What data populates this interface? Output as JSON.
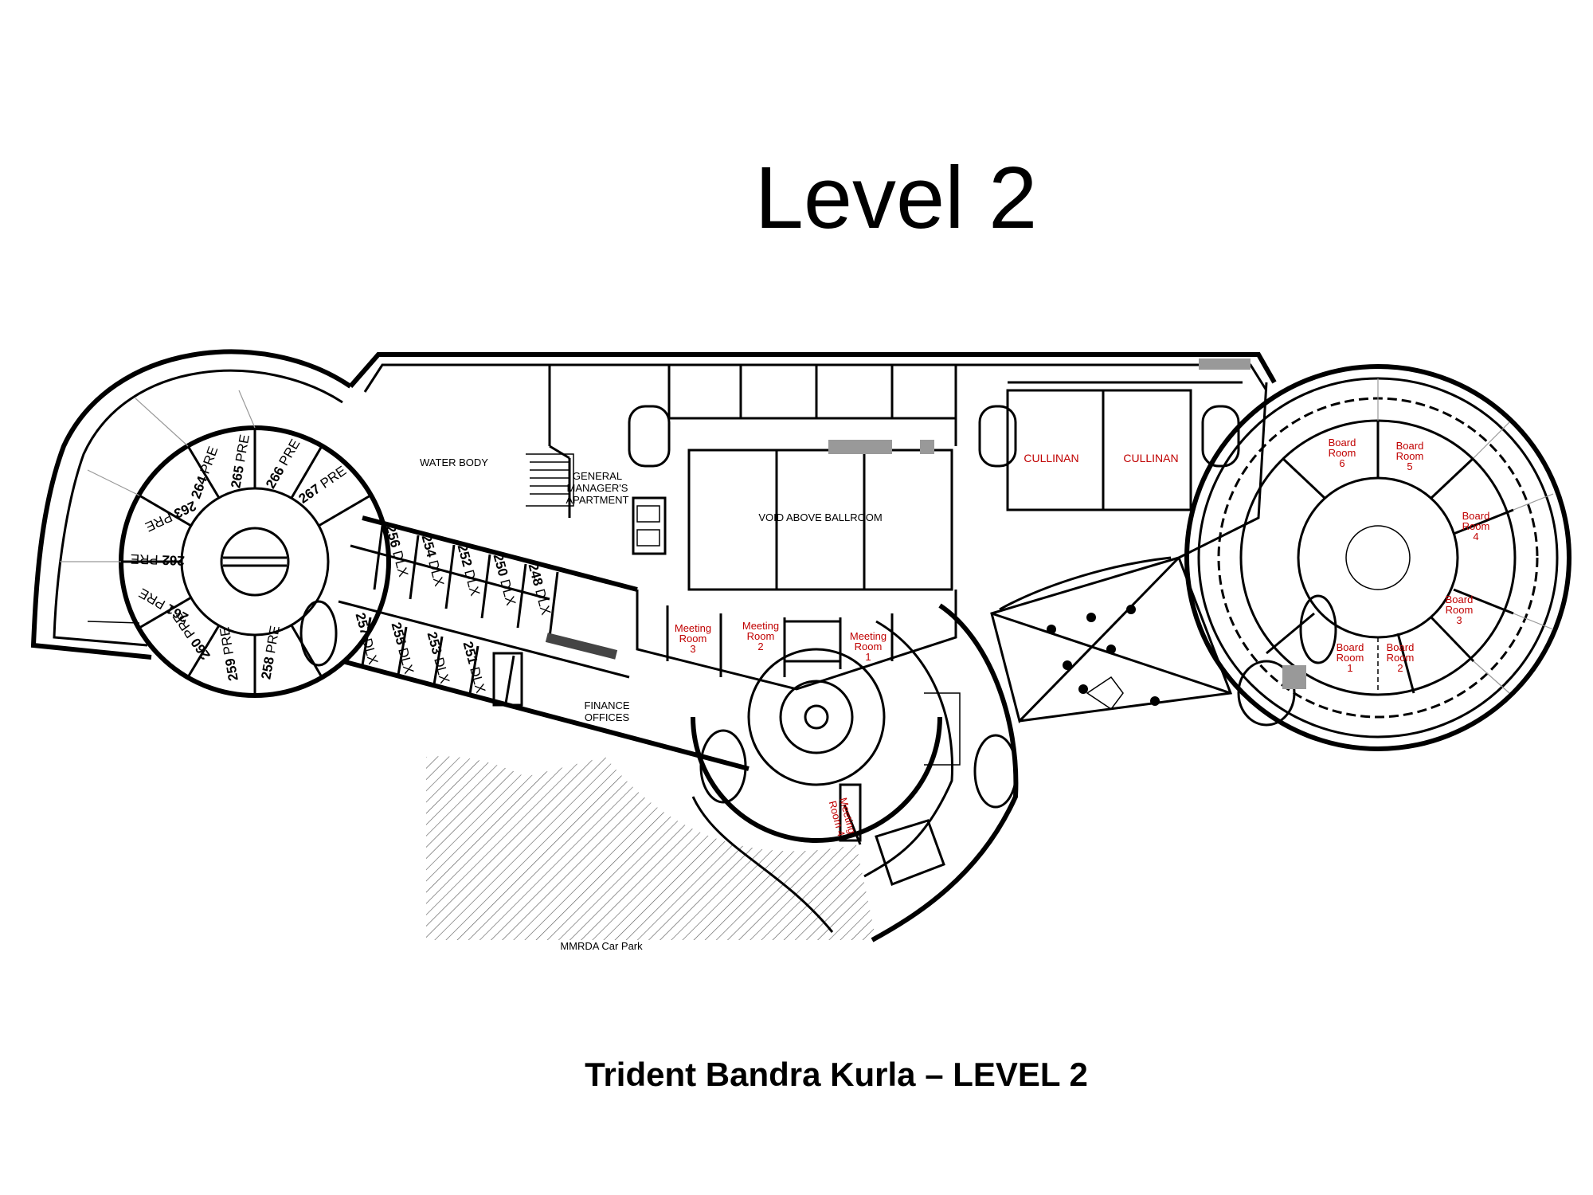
{
  "title": "Level 2",
  "footer": "Trident Bandra Kurla – LEVEL 2",
  "colors": {
    "meeting_label": "#c00000",
    "wall": "#000000",
    "hatch": "#555555"
  },
  "areas": {
    "water_body": "WATER BODY",
    "gm_apartment": [
      "GENERAL",
      "MANAGER'S",
      "APARTMENT"
    ],
    "void_ballroom": "VOID ABOVE BALLROOM",
    "cullinan_a": "CULLINAN",
    "cullinan_b": "CULLINAN",
    "finance": [
      "FINANCE",
      "OFFICES"
    ],
    "car_park": "MMRDA Car Park"
  },
  "meeting_rooms": {
    "mr1": [
      "Meeting",
      "Room",
      "1"
    ],
    "mr2": [
      "Meeting",
      "Room",
      "2"
    ],
    "mr3": [
      "Meeting",
      "Room",
      "3"
    ],
    "mr4": [
      "Meeting",
      "Room 4"
    ]
  },
  "board_rooms": {
    "br1": [
      "Board",
      "Room",
      "1"
    ],
    "br2": [
      "Board",
      "Room",
      "2"
    ],
    "br3": [
      "Board",
      "Room",
      "3"
    ],
    "br4": [
      "Board",
      "Room",
      "4"
    ],
    "br5": [
      "Board",
      "Room",
      "5"
    ],
    "br6": [
      "Board",
      "Room",
      "6"
    ]
  },
  "rooms_pre": [
    {
      "num": "258",
      "type": "PRE"
    },
    {
      "num": "259",
      "type": "PRE"
    },
    {
      "num": "260",
      "type": "PRE"
    },
    {
      "num": "261",
      "type": "PRE"
    },
    {
      "num": "262",
      "type": "PRE"
    },
    {
      "num": "263",
      "type": "PRE"
    },
    {
      "num": "264",
      "type": "PRE"
    },
    {
      "num": "265",
      "type": "PRE"
    },
    {
      "num": "266",
      "type": "PRE"
    },
    {
      "num": "267",
      "type": "PRE"
    }
  ],
  "rooms_dlx_top": [
    {
      "num": "256",
      "type": "DLX"
    },
    {
      "num": "254",
      "type": "DLX"
    },
    {
      "num": "252",
      "type": "DLX"
    },
    {
      "num": "250",
      "type": "DLX"
    },
    {
      "num": "248",
      "type": "DLX"
    }
  ],
  "rooms_dlx_bottom": [
    {
      "num": "257",
      "type": "DLX"
    },
    {
      "num": "255",
      "type": "DLX"
    },
    {
      "num": "253",
      "type": "DLX"
    },
    {
      "num": "251",
      "type": "DLX"
    }
  ]
}
